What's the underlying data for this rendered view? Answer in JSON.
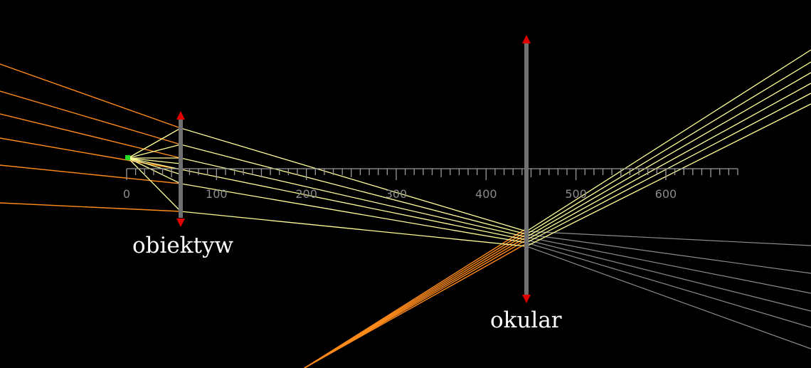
{
  "colors": {
    "background": "#000000",
    "ray_yellow": "#ffff99",
    "ray_orange": "#ff8a1a",
    "ray_gray": "#8c8c8c",
    "lens_body": "#707070",
    "lens_arrow": "#e00000",
    "ruler": "#9a9a9a",
    "object_marker": "#22dd22"
  },
  "lenses": {
    "objective": {
      "label": "obiektyw",
      "type": "converging",
      "position": 60
    },
    "eyepiece": {
      "label": "okular",
      "type": "converging",
      "position": 445
    }
  },
  "object": {
    "position": 0,
    "marker": "green-square"
  },
  "ruler": {
    "tick_labels": [
      "0",
      "100",
      "200",
      "300",
      "400",
      "500",
      "600"
    ],
    "min": 0,
    "max": 680,
    "minor_step": 10,
    "major_step": 100
  }
}
